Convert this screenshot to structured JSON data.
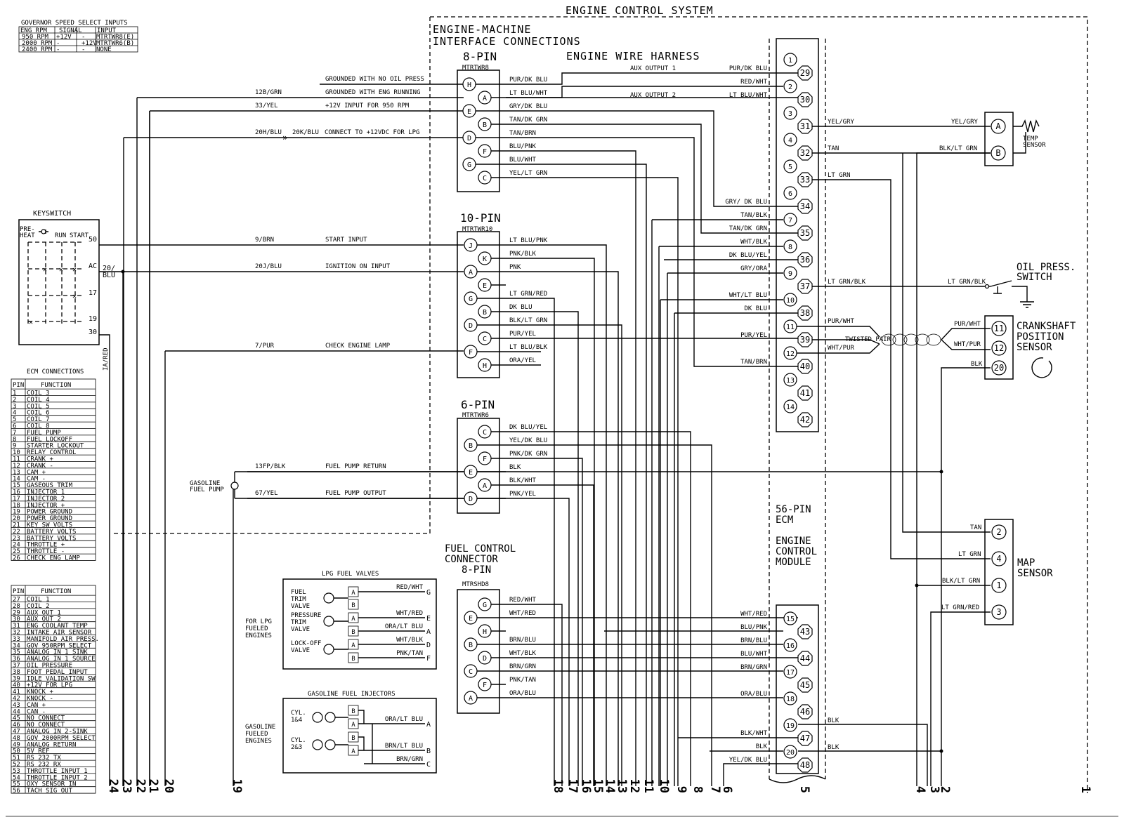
{
  "title": "ENGINE CONTROL SYSTEM",
  "governor": {
    "title": "GOVERNOR SPEED SELECT INPUTS",
    "headers": [
      "ENG RPM",
      "SIGNAL",
      "",
      "INPUT"
    ],
    "rows": [
      [
        "950 RPM",
        "+12V",
        "-",
        "MTRTWR8(E)"
      ],
      [
        "2000 RPM",
        "-",
        "+12V",
        "MTRTWR6(B)"
      ],
      [
        "2400 RPM",
        "-",
        "-",
        "NONE"
      ]
    ]
  },
  "interface_label": [
    "ENGINE-MACHINE",
    "INTERFACE CONNECTIONS"
  ],
  "harness_label": "ENGINE WIRE HARNESS",
  "conn8": {
    "title": "8-PIN",
    "part": "MTRTWR8",
    "pins": [
      "H",
      "A",
      "E",
      "B",
      "D",
      "F",
      "G",
      "C"
    ],
    "wires": [
      "PUR/DK BLU",
      "LT BLU/WHT",
      "GRY/DK BLU",
      "TAN/DK GRN",
      "TAN/BRN",
      "BLU/PNK",
      "BLU/WHT",
      "YEL/LT GRN"
    ]
  },
  "conn10": {
    "title": "10-PIN",
    "part": "MTRTWR10",
    "pins": [
      "J",
      "K",
      "A",
      "E",
      "G",
      "B",
      "D",
      "C",
      "F",
      "H"
    ],
    "wires": [
      "LT BLU/PNK",
      "PNK/BLK",
      "PNK",
      "",
      "LT GRN/RED",
      "DK BLU",
      "BLK/LT GRN",
      "PUR/YEL",
      "LT BLU/BLK",
      "ORA/YEL"
    ]
  },
  "conn6": {
    "title": "6-PIN",
    "part": "MTRTWR6",
    "pins": [
      "C",
      "B",
      "F",
      "E",
      "A",
      "D"
    ],
    "wires": [
      "DK BLU/YEL",
      "YEL/DK BLU",
      "PNK/DK GRN",
      "BLK",
      "BLK/WHT",
      "PNK/YEL"
    ]
  },
  "fuel_conn": {
    "title": [
      "FUEL CONTROL",
      "CONNECTOR",
      "8-PIN"
    ],
    "part": "MTRSHD8",
    "pins": [
      "G",
      "E",
      "H",
      "B",
      "D",
      "C",
      "F",
      "A"
    ],
    "wires": [
      "RED/WHT",
      "WHT/RED",
      "",
      "BRN/BLU",
      "WHT/BLK",
      "BRN/GRN",
      "PNK/TAN",
      "ORA/BLU"
    ]
  },
  "machine_signals": [
    {
      "wire": "",
      "label": "GROUNDED WITH NO OIL PRESS"
    },
    {
      "wire": "12B/GRN",
      "label": "GROUNDED WITH ENG RUNNING"
    },
    {
      "wire": "33/YEL",
      "label": "+12V INPUT FOR 950 RPM"
    },
    {
      "wire": "20H/BLU",
      "wire2": "20K/BLU",
      "label": "CONNECT TO +12VDC FOR LPG"
    },
    {
      "wire": "9/BRN",
      "label": "START INPUT"
    },
    {
      "wire": "20J/BLU",
      "label": "IGNITION ON INPUT"
    },
    {
      "wire": "7/PUR",
      "label": "CHECK ENGINE LAMP"
    },
    {
      "wire": "13FP/BLK",
      "label": "FUEL PUMP RETURN"
    },
    {
      "wire": "67/YEL",
      "label": "FUEL PUMP OUTPUT"
    }
  ],
  "keyswitch": {
    "title": "KEYSWITCH",
    "pre": "PRE-",
    "heat": "HEAT",
    "run": "RUN",
    "start": "START",
    "terms": [
      "50",
      "AC",
      "17",
      "19",
      "30"
    ],
    "ac_wire": "20/",
    "ac_wire2": "BLU",
    "ia": "IA/RED"
  },
  "gas_pump": [
    "GASOLINE",
    "FUEL PUMP"
  ],
  "ecm_top_pins": [
    "1",
    "29",
    "2",
    "30",
    "3",
    "31",
    "4",
    "32",
    "5",
    "33",
    "6",
    "34",
    "7",
    "35",
    "8",
    "36",
    "9",
    "37",
    "10",
    "38",
    "11",
    "39",
    "12",
    "40",
    "13",
    "41",
    "14",
    "42"
  ],
  "ecm_bot_pins": [
    "15",
    "43",
    "16",
    "44",
    "17",
    "45",
    "18",
    "46",
    "19",
    "47",
    "20",
    "48"
  ],
  "ecm_label": [
    "56-PIN",
    "ECM",
    "",
    "ENGINE",
    "CONTROL",
    "MODULE"
  ],
  "ecm_wires_top": [
    {
      "t": "AUX OUTPUT 1",
      "w": "PUR/DK BLU"
    },
    {
      "t": "",
      "w": "RED/WHT"
    },
    {
      "t": "AUX OUTPUT 2",
      "w": "LT BLU/WHT"
    },
    {
      "t": "",
      "w": "GRY/ DK BLU"
    },
    {
      "t": "",
      "w": "TAN/BLK"
    },
    {
      "t": "",
      "w": "TAN/DK GRN"
    },
    {
      "t": "",
      "w": "WHT/BLK"
    },
    {
      "t": "",
      "w": "DK BLU/YEL"
    },
    {
      "t": "",
      "w": "GRY/ORA"
    },
    {
      "t": "",
      "w": "WHT/LT BLU"
    },
    {
      "t": "",
      "w": "DK BLU"
    },
    {
      "t": "",
      "w": "PUR/YEL"
    },
    {
      "t": "",
      "w": "TAN/BRN"
    }
  ],
  "ecm_wires_bot": [
    "WHT/RED",
    "BLU/PNK",
    "BRN/BLU",
    "BLU/WHT",
    "BRN/GRN",
    "ORA/BLU",
    "BLK/WHT",
    "BLK",
    "YEL/DK BLU"
  ],
  "ecm_right_wires": {
    "p31": "YEL/GRY",
    "p32": "TAN",
    "p33": "LT GRN",
    "p37": "LT GRN/BLK",
    "p11": "PUR/WHT",
    "p12": "WHT/PUR",
    "twisted": "TWISTED PAIR",
    "p19": "BLK",
    "p20": "BLK"
  },
  "temp_sensor": {
    "pins": [
      "A",
      "B"
    ],
    "wires": [
      "YEL/GRY",
      "BLK/LT GRN"
    ],
    "label": [
      "TEMP",
      "SENSOR"
    ]
  },
  "oil_switch": {
    "label": [
      "OIL PRESS.",
      "SWITCH"
    ],
    "wire": "LT GRN/BLK"
  },
  "crank": {
    "pins": [
      "11",
      "12",
      "20"
    ],
    "wires": [
      "PUR/WHT",
      "WHT/PUR",
      "BLK"
    ],
    "label": [
      "CRANKSHAFT",
      "POSITION",
      "SENSOR"
    ]
  },
  "map": {
    "pins": [
      "2",
      "4",
      "1",
      "3"
    ],
    "wires": [
      "TAN",
      "LT GRN",
      "BLK/LT GRN",
      "LT GRN/RED"
    ],
    "label": [
      "MAP",
      "SENSOR"
    ]
  },
  "lpg": {
    "title": "LPG FUEL VALVES",
    "side": [
      "FOR LPG",
      "FUELED",
      "ENGINES"
    ],
    "valves": [
      [
        "FUEL",
        "TRIM",
        "VALVE"
      ],
      [
        "PRESSURE",
        "TRIM",
        "VALVE"
      ],
      [
        "LOCK-OFF",
        "VALVE"
      ]
    ],
    "wires": [
      "RED/WHT",
      "WHT/RED",
      "ORA/LT BLU",
      "WHT/BLK",
      "PNK/TAN"
    ],
    "letters": [
      "G",
      "E",
      "A",
      "D",
      "F"
    ]
  },
  "injectors": {
    "title": "GASOLINE FUEL INJECTORS",
    "side": [
      "GASOLINE",
      "FUELED",
      "ENGINES"
    ],
    "cyl": [
      [
        "CYL.",
        "1&4"
      ],
      [
        "CYL.",
        "2&3"
      ]
    ],
    "wires": [
      "ORA/LT BLU",
      "BRN/LT BLU",
      "BRN/GRN"
    ],
    "letters": [
      "A",
      "B",
      "C"
    ]
  },
  "ecm_table1": {
    "title": "ECM CONNECTIONS",
    "head": [
      "PIN",
      "FUNCTION"
    ],
    "rows": [
      [
        "1",
        "COIL 3"
      ],
      [
        "2",
        "COIL 4"
      ],
      [
        "3",
        "COIL 5"
      ],
      [
        "4",
        "COIL 6"
      ],
      [
        "5",
        "COIL 7"
      ],
      [
        "6",
        "COIL 8"
      ],
      [
        "7",
        "FUEL PUMP"
      ],
      [
        "8",
        "FUEL LOCKOFF"
      ],
      [
        "9",
        "STARTER LOCKOUT"
      ],
      [
        "10",
        "RELAY CONTROL"
      ],
      [
        "11",
        "CRANK +"
      ],
      [
        "12",
        "CRANK -"
      ],
      [
        "13",
        "CAM +"
      ],
      [
        "14",
        "CAM -"
      ],
      [
        "15",
        "GASEOUS TRIM"
      ],
      [
        "16",
        "INJECTOR 1"
      ],
      [
        "17",
        "INJECTOR 2"
      ],
      [
        "18",
        "INJECTOR +"
      ],
      [
        "19",
        "POWER GROUND"
      ],
      [
        "20",
        "POWER GROUND"
      ],
      [
        "21",
        "KEY SW VOLTS"
      ],
      [
        "22",
        "BATTERY VOLTS"
      ],
      [
        "23",
        "BATTERY VOLTS"
      ],
      [
        "24",
        "THROTTLE +"
      ],
      [
        "25",
        "THROTTLE -"
      ],
      [
        "26",
        "CHECK ENG LAMP"
      ]
    ]
  },
  "ecm_table2": {
    "head": [
      "PIN",
      "FUNCTION"
    ],
    "rows": [
      [
        "27",
        "COIL 1"
      ],
      [
        "28",
        "COIL 2"
      ],
      [
        "29",
        "AUX OUT 1"
      ],
      [
        "30",
        "AUX OUT 2"
      ],
      [
        "31",
        "ENG COOLANT TEMP"
      ],
      [
        "32",
        "INTAKE AIR SENSOR"
      ],
      [
        "33",
        "MANIFOLD AIR PRESS."
      ],
      [
        "34",
        "GOV 950RPM SELECT"
      ],
      [
        "35",
        "ANALOG IN 1 SINK"
      ],
      [
        "36",
        "ANALOG IN 1 SOURCE"
      ],
      [
        "37",
        "OIL PRESSURE"
      ],
      [
        "38",
        "FOOT PEDAL INPUT"
      ],
      [
        "39",
        "IDLE VALIDATION SW"
      ],
      [
        "40",
        "+12V FOR LPG"
      ],
      [
        "41",
        "KNOCK +"
      ],
      [
        "42",
        "KNOCK -"
      ],
      [
        "43",
        "CAN +"
      ],
      [
        "44",
        "CAN -"
      ],
      [
        "45",
        "NO CONNECT"
      ],
      [
        "46",
        "NO CONNECT"
      ],
      [
        "47",
        "ANALOG IN 2-SINK"
      ],
      [
        "48",
        "GOV 2000RPM SELECT"
      ],
      [
        "49",
        "ANALOG RETURN"
      ],
      [
        "50",
        "5V REF"
      ],
      [
        "51",
        "RS 232 TX"
      ],
      [
        "52",
        "RS 232 RX"
      ],
      [
        "53",
        "THROTTLE INPUT 1"
      ],
      [
        "54",
        "THROTTLE INPUT 2"
      ],
      [
        "55",
        "OXY SENSOR IN"
      ],
      [
        "56",
        "TACH SIG OUT"
      ]
    ]
  },
  "bottom_numbers": [
    "24",
    "23",
    "22",
    "21",
    "20",
    "19",
    "18",
    "17",
    "16",
    "15",
    "14",
    "13",
    "12",
    "11",
    "10",
    "9",
    "8",
    "7",
    "6",
    "5",
    "4",
    "3",
    "2",
    "1"
  ]
}
